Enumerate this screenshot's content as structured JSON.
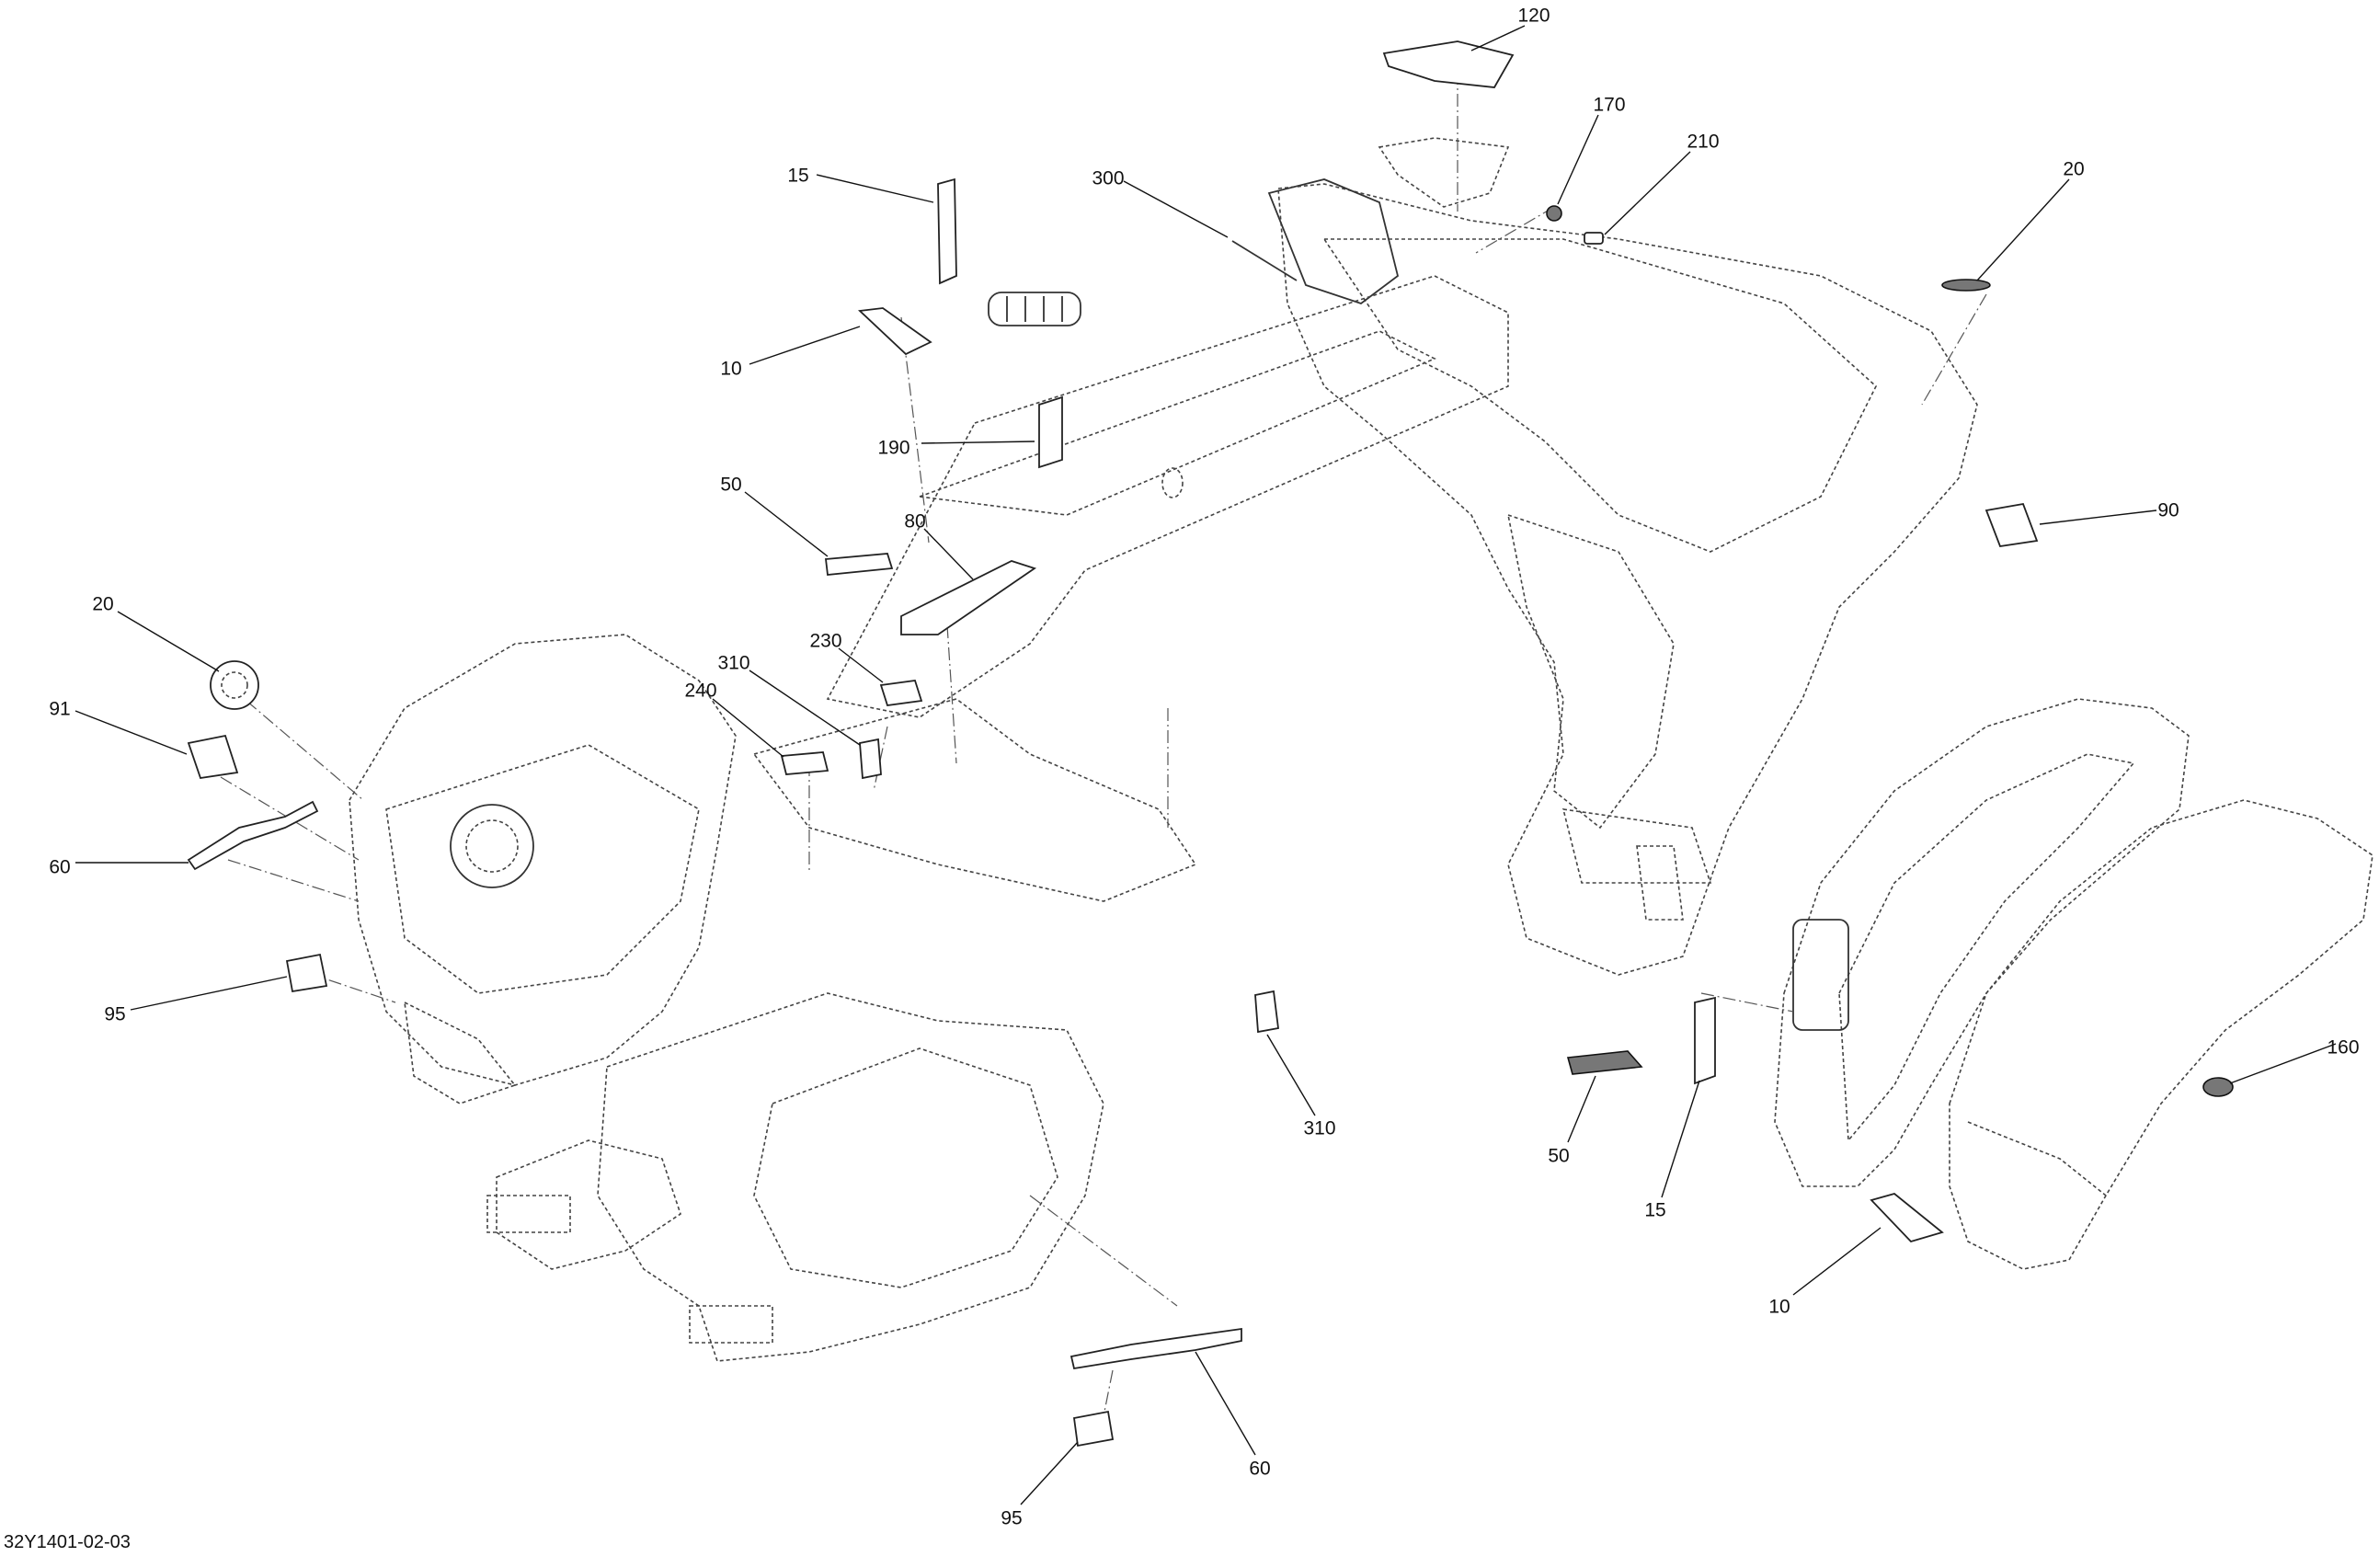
{
  "drawing_id": "32Y1401-02-03",
  "callouts": [
    {
      "id": "c120",
      "label": "120",
      "part": "decal"
    },
    {
      "id": "c170",
      "label": "170",
      "part": "rivet"
    },
    {
      "id": "c210",
      "label": "210",
      "part": "clip"
    },
    {
      "id": "c300",
      "label": "300",
      "part": "strip"
    },
    {
      "id": "c20a",
      "label": "20",
      "part": "emblem"
    },
    {
      "id": "c15a",
      "label": "15",
      "part": "decal"
    },
    {
      "id": "c10a",
      "label": "10",
      "part": "decal"
    },
    {
      "id": "c190",
      "label": "190",
      "part": "decal"
    },
    {
      "id": "c50a",
      "label": "50",
      "part": "decal"
    },
    {
      "id": "c80",
      "label": "80",
      "part": "decal"
    },
    {
      "id": "c90",
      "label": "90",
      "part": "decal"
    },
    {
      "id": "c20b",
      "label": "20",
      "part": "emblem"
    },
    {
      "id": "c91",
      "label": "91",
      "part": "decal"
    },
    {
      "id": "c310a",
      "label": "310",
      "part": "decal"
    },
    {
      "id": "c230",
      "label": "230",
      "part": "decal"
    },
    {
      "id": "c240",
      "label": "240",
      "part": "decal"
    },
    {
      "id": "c60a",
      "label": "60",
      "part": "decal"
    },
    {
      "id": "c95a",
      "label": "95",
      "part": "decal"
    },
    {
      "id": "c310b",
      "label": "310",
      "part": "decal"
    },
    {
      "id": "c50b",
      "label": "50",
      "part": "decal"
    },
    {
      "id": "c15b",
      "label": "15",
      "part": "decal"
    },
    {
      "id": "c160",
      "label": "160",
      "part": "emblem"
    },
    {
      "id": "c10b",
      "label": "10",
      "part": "decal"
    },
    {
      "id": "c60b",
      "label": "60",
      "part": "decal"
    },
    {
      "id": "c95b",
      "label": "95",
      "part": "decal"
    }
  ]
}
